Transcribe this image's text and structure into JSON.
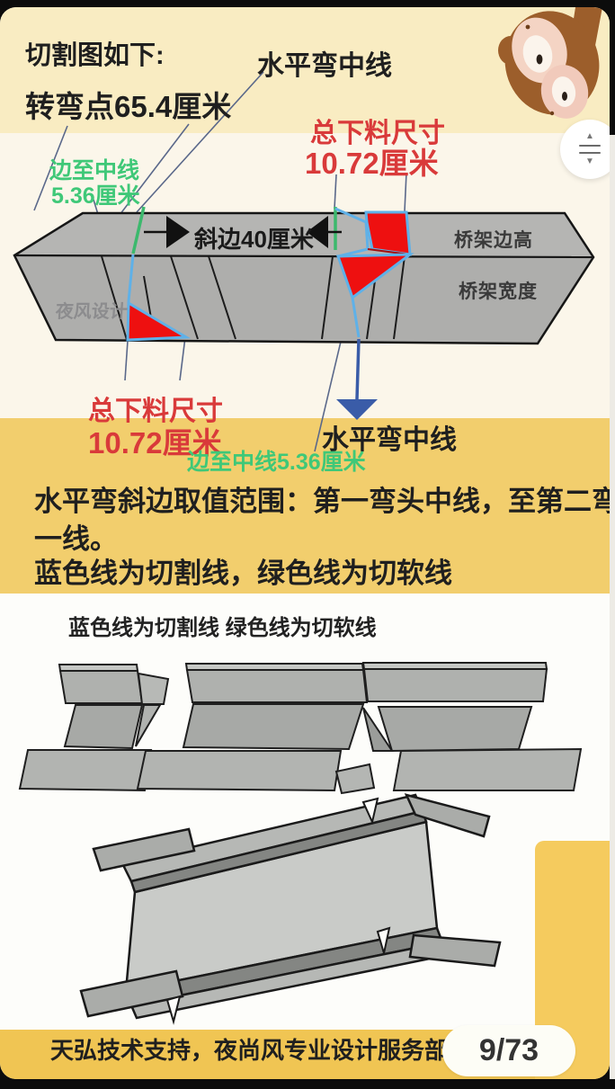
{
  "colors": {
    "background_black": "#0c0c0c",
    "card_top_yellow": "#f9ecc2",
    "diagram_cream": "#fbf6ea",
    "band_yellow": "#f2ce6d",
    "white_section": "#fdfdfa",
    "footer_yellow": "#f0c553",
    "cut_line_blue": "#5fb1e8",
    "soft_line_green": "#3cb96d",
    "highlight_red": "#ee1010",
    "label_red": "#d93a3a",
    "label_green": "#3fc878",
    "arrow_blue": "#3a5ca8",
    "beam_gray": "#b0b0ae"
  },
  "annotations": {
    "cutting_diagram_label": "切割图如下:",
    "turning_point": "转弯点65.4厘米",
    "center_line_top": "水平弯中线",
    "total_cut_size_title_top": "总下料尺寸",
    "total_cut_size_value_top": "10.72厘米",
    "edge_to_center_line1": "边至中线",
    "edge_to_center_line2": "5.36厘米",
    "hypotenuse_label": "斜边40厘米",
    "tray_side_height": "桥架边高",
    "tray_width": "桥架宽度",
    "watermark": "夜风设计",
    "total_cut_size_title_bottom": "总下料尺寸",
    "total_cut_size_value_bottom": "10.72厘米",
    "center_line_bottom": "水平弯中线",
    "edge_to_center_bottom": "边至中线5.36厘米"
  },
  "notes": {
    "range_line1": "水平弯斜边取值范围：第一弯头中线，至第二弯头第",
    "range_line2": "一线。",
    "range_line3": "蓝色线为切割线，绿色线为切软线",
    "legend": "蓝色线为切割线  绿色线为切软线"
  },
  "footer": {
    "credit": "天弘技术支持，夜尚风专业设计服务部",
    "page_indicator": "9/73"
  },
  "ui": {
    "scroll_up_glyph": "▲",
    "scroll_down_glyph": "▼"
  }
}
